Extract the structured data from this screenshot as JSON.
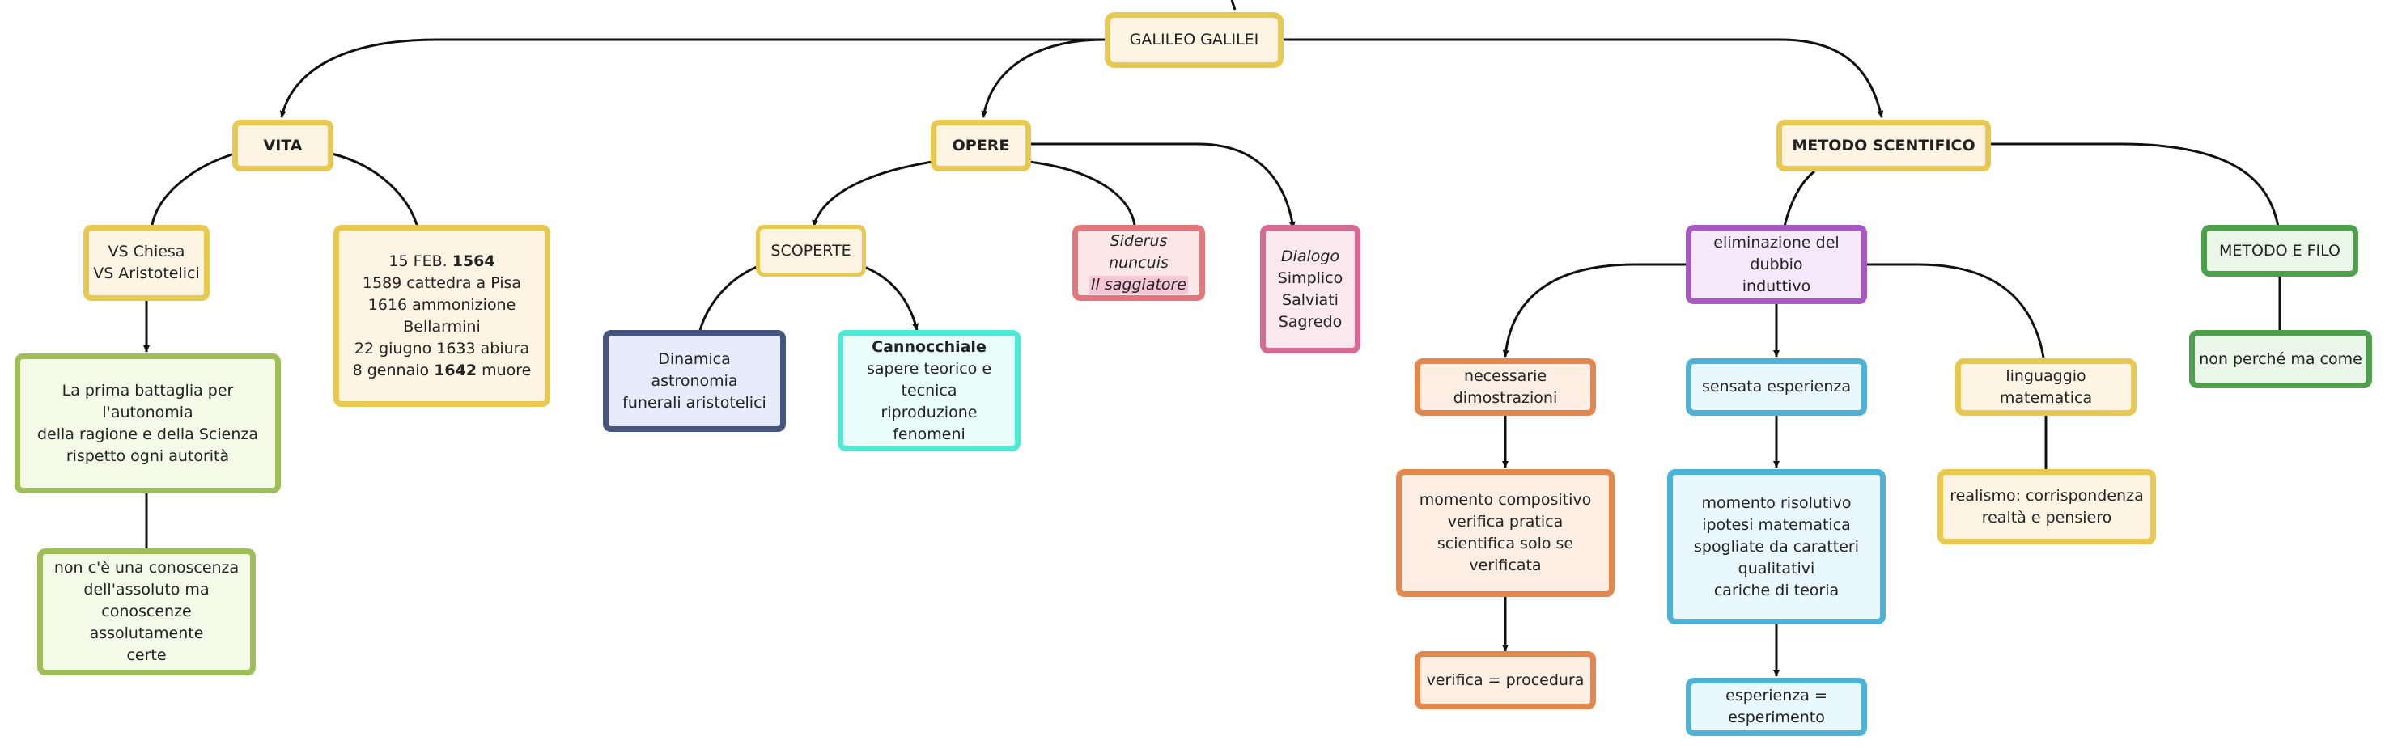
{
  "colors": {
    "gold": "#e8c84e",
    "gold_fill": "#fdf4e4",
    "green": "#9ebf58",
    "green_fill": "#f4f9e8",
    "navy": "#44557e",
    "navy_fill": "#e6ecfb",
    "teal": "#4fe8d2",
    "teal_fill": "#e9fdf9",
    "red": "#e2767a",
    "red_fill": "#fbe7e8",
    "pink": "#d76a92",
    "pink_fill": "#fbe8ef",
    "purple": "#a758c3",
    "purple_fill": "#f5e8fb",
    "orange": "#e3874c",
    "orange_fill": "#fdeee4",
    "blue": "#4db3d6",
    "blue_fill": "#e8f8fc",
    "dkgreen": "#4fa04c",
    "dkgreen_fill": "#eaf7e8"
  },
  "nodes": {
    "galileo": {
      "lines": [
        {
          "text": "GALILEO GALILEI"
        }
      ]
    },
    "vita": {
      "lines": [
        {
          "text": "VITA"
        }
      ]
    },
    "opere": {
      "lines": [
        {
          "text": "OPERE"
        }
      ]
    },
    "metodo": {
      "lines": [
        {
          "text": "METODO SCENTIFICO"
        }
      ]
    },
    "chiesa": {
      "lines": [
        {
          "text": "VS Chiesa"
        },
        {
          "text": "VS Aristotelici"
        }
      ]
    },
    "date": {
      "lines": [
        {
          "parts": [
            {
              "text": "15 FEB. "
            },
            {
              "text": "1564",
              "style": "bold"
            }
          ]
        },
        {
          "text": "1589 cattedra a Pisa"
        },
        {
          "text": "1616 ammonizione"
        },
        {
          "text": "Bellarmini"
        },
        {
          "text": "22 giugno 1633 abiura"
        },
        {
          "parts": [
            {
              "text": "8 gennaio "
            },
            {
              "text": "1642",
              "style": "bold"
            },
            {
              "text": " muore"
            }
          ]
        }
      ]
    },
    "battaglia": {
      "lines": [
        {
          "text": "La prima battaglia per l'autonomia"
        },
        {
          "text": "della ragione e della Scienza"
        },
        {
          "text": "rispetto ogni autorità"
        }
      ]
    },
    "conoscenza": {
      "lines": [
        {
          "text": "non c'è una conoscenza"
        },
        {
          "text": "dell'assoluto ma"
        },
        {
          "text": "conoscenze assolutamente"
        },
        {
          "text": "certe"
        }
      ]
    },
    "scoperte": {
      "lines": [
        {
          "text": "SCOPERTE"
        }
      ]
    },
    "dinamica": {
      "lines": [
        {
          "text": "Dinamica"
        },
        {
          "text": "astronomia"
        },
        {
          "text": "funerali aristotelici"
        }
      ]
    },
    "cannocchiale": {
      "lines": [
        {
          "parts": [
            {
              "text": "Cannocchiale",
              "style": "bold"
            }
          ]
        },
        {
          "text": "sapere teorico e"
        },
        {
          "text": "tecnica"
        },
        {
          "text": "riproduzione fenomeni"
        }
      ]
    },
    "sidereus": {
      "lines": [
        {
          "parts": [
            {
              "text": "Siderus nuncuis",
              "style": "ital"
            }
          ]
        },
        {
          "parts": [
            {
              "text": "Il saggiatore",
              "style": "ital hl"
            }
          ]
        }
      ]
    },
    "dialogo": {
      "lines": [
        {
          "parts": [
            {
              "text": "Dialogo",
              "style": "ital"
            }
          ]
        },
        {
          "text": "Simplico"
        },
        {
          "text": "Salviati"
        },
        {
          "text": "Sagredo"
        }
      ]
    },
    "eliminazione": {
      "lines": [
        {
          "text": "eliminazione del"
        },
        {
          "text": "dubbio"
        },
        {
          "text": "induttivo"
        }
      ]
    },
    "metodofilo": {
      "lines": [
        {
          "text": "METODO E FILO"
        }
      ]
    },
    "nonperche": {
      "lines": [
        {
          "text": "non perché ma come"
        }
      ]
    },
    "necessarie": {
      "lines": [
        {
          "text": "necessarie"
        },
        {
          "text": "dimostrazioni"
        }
      ]
    },
    "sensata": {
      "lines": [
        {
          "text": "sensata esperienza"
        }
      ]
    },
    "linguaggio": {
      "lines": [
        {
          "text": "linguaggio"
        },
        {
          "text": "matematica"
        }
      ]
    },
    "compositivo": {
      "lines": [
        {
          "text": "momento compositivo"
        },
        {
          "text": "verifica pratica"
        },
        {
          "text": "scientifica solo se verificata"
        }
      ]
    },
    "risolutivo": {
      "lines": [
        {
          "text": "momento risolutivo"
        },
        {
          "text": "ipotesi matematica"
        },
        {
          "text": "spogliate da caratteri"
        },
        {
          "text": "qualitativi"
        },
        {
          "text": "cariche di teoria"
        }
      ]
    },
    "realismo": {
      "lines": [
        {
          "text": "realismo: corrispondenza"
        },
        {
          "text": "realtà e pensiero"
        }
      ]
    },
    "verifica": {
      "lines": [
        {
          "text": "verifica = procedura"
        }
      ]
    },
    "esperienza": {
      "lines": [
        {
          "text": "esperienza ="
        },
        {
          "text": "esperimento"
        }
      ]
    }
  }
}
